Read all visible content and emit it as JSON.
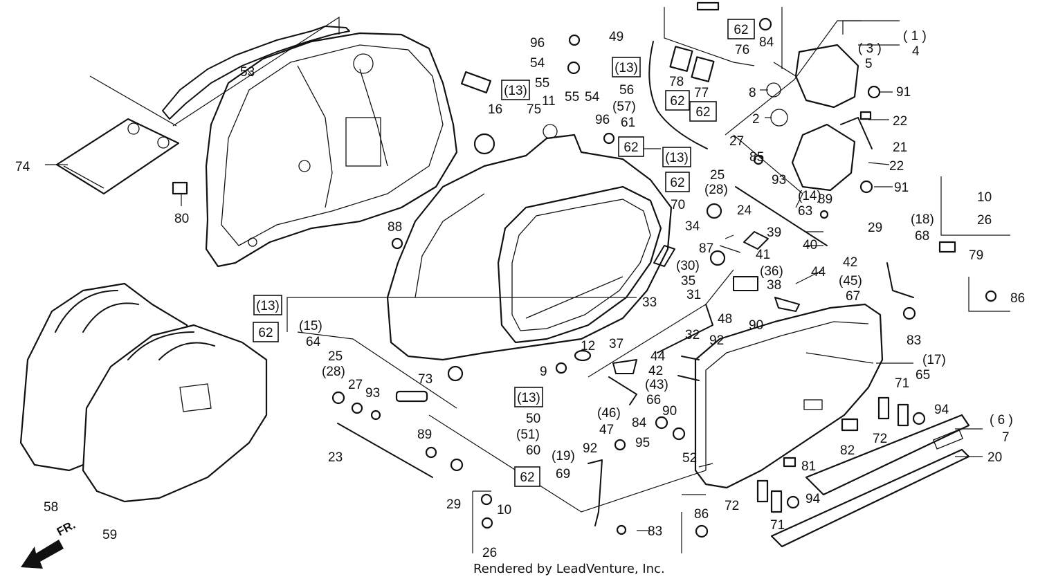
{
  "callouts": [
    {
      "id": "c1",
      "text": "( 1 )"
    },
    {
      "id": "c4",
      "text": "4"
    },
    {
      "id": "c3",
      "text": "( 3 )"
    },
    {
      "id": "c5",
      "text": "5"
    },
    {
      "id": "c8",
      "text": "8"
    },
    {
      "id": "c91a",
      "text": "91"
    },
    {
      "id": "c2",
      "text": "2"
    },
    {
      "id": "c22a",
      "text": "22"
    },
    {
      "id": "c21",
      "text": "21"
    },
    {
      "id": "c22b",
      "text": "22"
    },
    {
      "id": "c85",
      "text": "85"
    },
    {
      "id": "c14",
      "text": "(14)"
    },
    {
      "id": "c91b",
      "text": "91"
    },
    {
      "id": "c63",
      "text": "63"
    },
    {
      "id": "c89a",
      "text": "89"
    },
    {
      "id": "c84a",
      "text": "84"
    },
    {
      "id": "c76",
      "text": "76"
    },
    {
      "id": "c49",
      "text": "49"
    },
    {
      "id": "c78",
      "text": "78"
    },
    {
      "id": "c77",
      "text": "77"
    },
    {
      "id": "c56",
      "text": "56"
    },
    {
      "id": "c57",
      "text": "(57)"
    },
    {
      "id": "c61",
      "text": "61"
    },
    {
      "id": "c96a",
      "text": "96"
    },
    {
      "id": "c54a",
      "text": "54"
    },
    {
      "id": "c55a",
      "text": "55"
    },
    {
      "id": "c55b",
      "text": "55"
    },
    {
      "id": "c54b",
      "text": "54"
    },
    {
      "id": "c96b",
      "text": "96"
    },
    {
      "id": "c11",
      "text": "11"
    },
    {
      "id": "c16",
      "text": "16"
    },
    {
      "id": "c75",
      "text": "75"
    },
    {
      "id": "c53",
      "text": "53"
    },
    {
      "id": "c74",
      "text": "74"
    },
    {
      "id": "c80",
      "text": "80"
    },
    {
      "id": "c88",
      "text": "88"
    },
    {
      "id": "c27a",
      "text": "27"
    },
    {
      "id": "c25a",
      "text": "25"
    },
    {
      "id": "c28a",
      "text": "(28)"
    },
    {
      "id": "c93a",
      "text": "93"
    },
    {
      "id": "c24",
      "text": "24"
    },
    {
      "id": "c70",
      "text": "70"
    },
    {
      "id": "c34",
      "text": "34"
    },
    {
      "id": "c39",
      "text": "39"
    },
    {
      "id": "c40",
      "text": "40"
    },
    {
      "id": "c41",
      "text": "41"
    },
    {
      "id": "c87",
      "text": "87"
    },
    {
      "id": "c30",
      "text": "(30)"
    },
    {
      "id": "c35",
      "text": "35"
    },
    {
      "id": "c36",
      "text": "(36)"
    },
    {
      "id": "c38",
      "text": "38"
    },
    {
      "id": "c44a",
      "text": "44"
    },
    {
      "id": "c42a",
      "text": "42"
    },
    {
      "id": "c45",
      "text": "(45)"
    },
    {
      "id": "c67",
      "text": "67"
    },
    {
      "id": "c33",
      "text": "33"
    },
    {
      "id": "c31",
      "text": "31"
    },
    {
      "id": "c48",
      "text": "48"
    },
    {
      "id": "c90a",
      "text": "90"
    },
    {
      "id": "c32",
      "text": "32"
    },
    {
      "id": "c92a",
      "text": "92"
    },
    {
      "id": "c29a",
      "text": "29"
    },
    {
      "id": "c18",
      "text": "(18)"
    },
    {
      "id": "c68",
      "text": "68"
    },
    {
      "id": "c10a",
      "text": "10"
    },
    {
      "id": "c26a",
      "text": "26"
    },
    {
      "id": "c79",
      "text": "79"
    },
    {
      "id": "c86a",
      "text": "86"
    },
    {
      "id": "c83a",
      "text": "83"
    },
    {
      "id": "c15",
      "text": "(15)"
    },
    {
      "id": "c64",
      "text": "64"
    },
    {
      "id": "c12",
      "text": "12"
    },
    {
      "id": "c9",
      "text": "9"
    },
    {
      "id": "c73",
      "text": "73"
    },
    {
      "id": "c37",
      "text": "37"
    },
    {
      "id": "c44b",
      "text": "44"
    },
    {
      "id": "c42b",
      "text": "42"
    },
    {
      "id": "c43",
      "text": "(43)"
    },
    {
      "id": "c66",
      "text": "66"
    },
    {
      "id": "c46",
      "text": "(46)"
    },
    {
      "id": "c47",
      "text": "47"
    },
    {
      "id": "c90b",
      "text": "90"
    },
    {
      "id": "c84b",
      "text": "84"
    },
    {
      "id": "c95",
      "text": "95"
    },
    {
      "id": "c17",
      "text": "(17)"
    },
    {
      "id": "c65",
      "text": "65"
    },
    {
      "id": "c71a",
      "text": "71"
    },
    {
      "id": "c94a",
      "text": "94"
    },
    {
      "id": "c72a",
      "text": "72"
    },
    {
      "id": "c6",
      "text": "( 6 )"
    },
    {
      "id": "c7",
      "text": "7"
    },
    {
      "id": "c20",
      "text": "20"
    },
    {
      "id": "c82",
      "text": "82"
    },
    {
      "id": "c81",
      "text": "81"
    },
    {
      "id": "c52",
      "text": "52"
    },
    {
      "id": "c50",
      "text": "50"
    },
    {
      "id": "c51",
      "text": "(51)"
    },
    {
      "id": "c60",
      "text": "60"
    },
    {
      "id": "c92b",
      "text": "92"
    },
    {
      "id": "c19",
      "text": "(19)"
    },
    {
      "id": "c69",
      "text": "69"
    },
    {
      "id": "c83b",
      "text": "83"
    },
    {
      "id": "c10b",
      "text": "10"
    },
    {
      "id": "c26b",
      "text": "26"
    },
    {
      "id": "c86b",
      "text": "86"
    },
    {
      "id": "c72b",
      "text": "72"
    },
    {
      "id": "c94b",
      "text": "94"
    },
    {
      "id": "c71b",
      "text": "71"
    },
    {
      "id": "c25b",
      "text": "25"
    },
    {
      "id": "c28b",
      "text": "(28)"
    },
    {
      "id": "c27b",
      "text": "27"
    },
    {
      "id": "c93b",
      "text": "93"
    },
    {
      "id": "c89b",
      "text": "89"
    },
    {
      "id": "c23",
      "text": "23"
    },
    {
      "id": "c29b",
      "text": "29"
    },
    {
      "id": "c58",
      "text": "58"
    },
    {
      "id": "c59",
      "text": "59"
    }
  ],
  "boxed_callouts": [
    {
      "id": "b62a",
      "text": "62"
    },
    {
      "id": "b13a",
      "text": "(13)"
    },
    {
      "id": "b62b",
      "text": "62"
    },
    {
      "id": "b62c",
      "text": "62"
    },
    {
      "id": "b13b",
      "text": "(13)"
    },
    {
      "id": "b62d",
      "text": "62"
    },
    {
      "id": "b13c",
      "text": "(13)"
    },
    {
      "id": "b62e",
      "text": "62"
    },
    {
      "id": "b13d",
      "text": "(13)"
    },
    {
      "id": "b62f",
      "text": "62"
    },
    {
      "id": "b13e",
      "text": "(13)"
    },
    {
      "id": "b62g",
      "text": "62"
    }
  ],
  "front_marker": "FR.",
  "credit": "Rendered by LeadVenture, Inc."
}
